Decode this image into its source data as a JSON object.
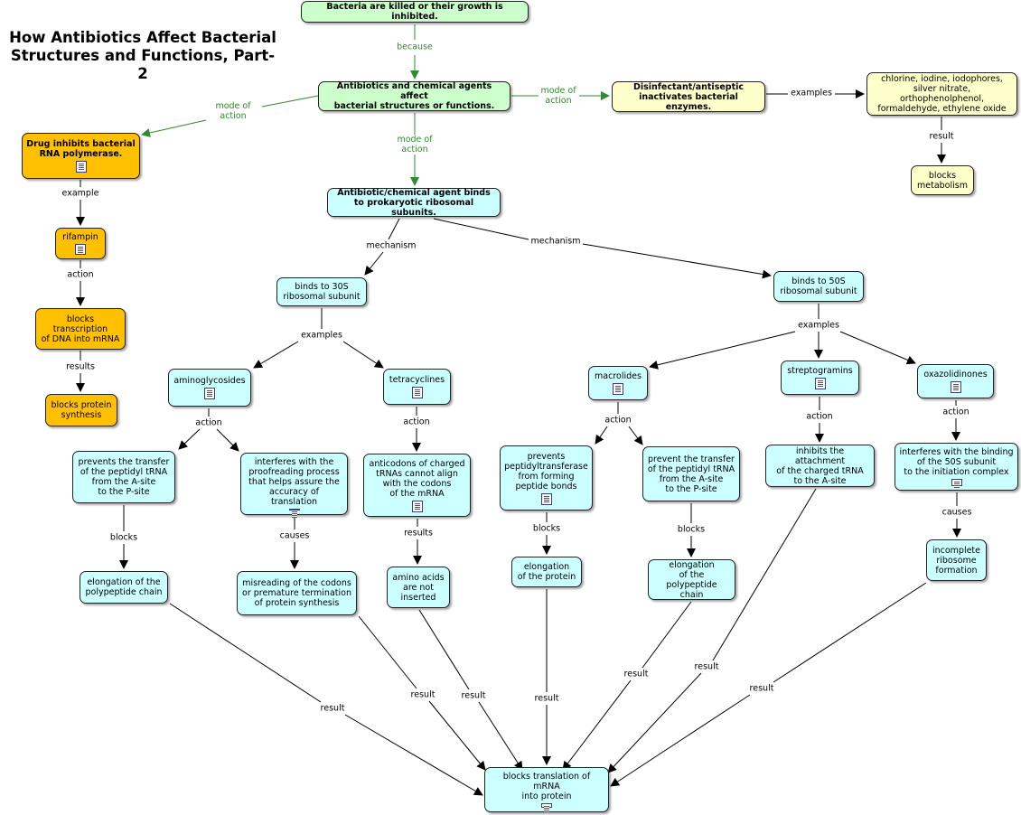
{
  "title": "How Antibiotics Affect Bacterial Structures and Functions, Part-2",
  "nodes": {
    "killed": "Bacteria are killed or their growth is inhibited.",
    "agents": "Antibiotics and chemical agents affect\nbacterial structures or functions.",
    "disinfectant": "Disinfectant/antiseptic\ninactivates bacterial enzymes.",
    "chlorine": "chlorine, iodine, iodophores,\nsilver nitrate, orthophenolphenol,\nformaldehyde, ethylene oxide",
    "blocks_metabolism": "blocks\nmetabolism",
    "rna_pol": "Drug inhibits bacterial\nRNA polymerase.",
    "rifampin": "rifampin",
    "blocks_transcription": "blocks\ntranscription\nof DNA into mRNA",
    "blocks_protein_synthesis": "blocks protein\nsynthesis",
    "binds_ribosome": "Antibiotic/chemical agent binds\nto prokaryotic ribosomal subunits.",
    "binds_30s": "binds to 30S\nribosomal subunit",
    "binds_50s": "binds to 50S\nribosomal subunit",
    "aminoglycosides": "aminoglycosides",
    "tetracyclines": "tetracyclines",
    "macrolides": "macrolides",
    "streptogramins": "streptogramins",
    "oxazolidinones": "oxazolidinones",
    "prevents_transfer_ap": "prevents the transfer\nof the peptidyl tRNA\nfrom the A-site\nto the P-site",
    "interferes_proofreading": "interferes with the\nproofreading process\nthat helps assure the\naccuracy of translation",
    "anticodons": "anticodons of charged\ntRNAs cannot align\nwith the codons\nof the mRNA",
    "prevents_peptidyltransferase": "prevents\npeptidyltransferase\nfrom forming\npeptide bonds",
    "prevent_transfer_ap2": "prevent the transfer\nof the peptidyl tRNA\nfrom the A-site\nto the P-site",
    "inhibits_attachment": "inhibits the attachment\nof the charged tRNA\nto the A-site",
    "interferes_binding": "interferes with the binding\nof the 50S subunit\nto the initiation complex",
    "elongation_polypeptide": "elongation of the\npolypeptide chain",
    "misreading": "misreading of the codons\nor premature termination\nof protein synthesis",
    "amino_acids": "amino acids\nare not\ninserted",
    "elongation_protein": "elongation\nof the protein",
    "elongation_polypeptide2": "elongation\nof the polypeptide\nchain",
    "incomplete_ribosome": "incomplete\nribosome\nformation",
    "blocks_translation": "blocks translation of mRNA\ninto protein"
  },
  "links": {
    "because": "because",
    "mode_of_action_left": "mode of\naction",
    "mode_of_action_right": "mode of\naction",
    "mode_of_action_down": "mode of\naction",
    "examples_disinfectant": "examples",
    "result_chlorine": "result",
    "example_rna": "example",
    "action_rifampin": "action",
    "results_transcription": "results",
    "mechanism_30s": "mechanism",
    "mechanism_50s": "mechanism",
    "examples_30s": "examples",
    "examples_50s": "examples",
    "action_amino": "action",
    "action_tetra": "action",
    "action_macro": "action",
    "action_strepto": "action",
    "action_oxaz": "action",
    "blocks_1": "blocks",
    "causes_1": "causes",
    "results_tetra": "results",
    "blocks_2": "blocks",
    "blocks_3": "blocks",
    "causes_2": "causes",
    "result_1": "result",
    "result_2": "result",
    "result_3": "result",
    "result_4": "result",
    "result_5": "result",
    "result_6": "result",
    "result_7": "result"
  },
  "colors": {
    "green_node": "#ccffcc",
    "cyan_node": "#ccffff",
    "yellow_node": "#ffffcc",
    "orange_node": "#ffc000",
    "green_link": "#2e8b2e",
    "black_link": "#000000"
  },
  "icons": {
    "resource": "document-icon"
  }
}
